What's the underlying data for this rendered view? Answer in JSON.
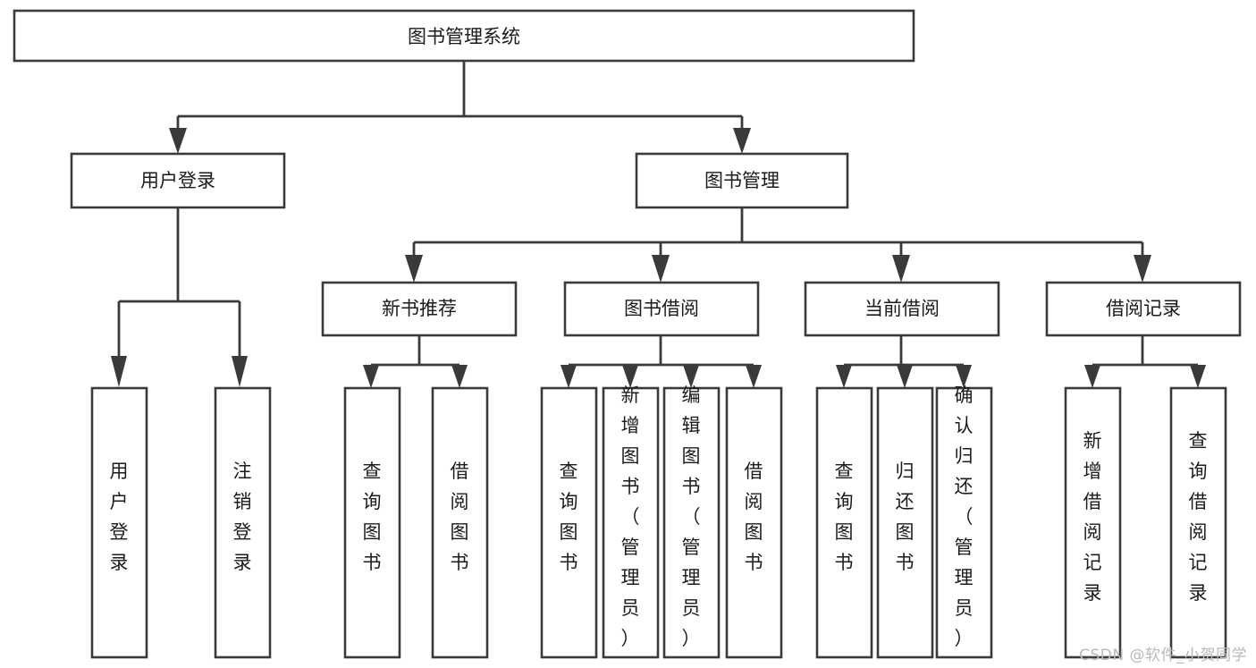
{
  "diagram": {
    "type": "tree",
    "title": "图书管理系统",
    "watermark": "CSDN @软件_小贺同学",
    "colors": {
      "box_fill": "#ffffff",
      "box_stroke": "#3a3a3a",
      "connector": "#3a3a3a",
      "text": "#1b1b1b",
      "watermark": "#b9b9b9",
      "background": "#ffffff"
    },
    "root": {
      "label": "图书管理系统"
    },
    "level2": [
      {
        "label": "用户登录"
      },
      {
        "label": "图书管理"
      }
    ],
    "level3": [
      {
        "label": "新书推荐"
      },
      {
        "label": "图书借阅"
      },
      {
        "label": "当前借阅"
      },
      {
        "label": "借阅记录"
      }
    ],
    "leaves": {
      "user_login": [
        {
          "label": "用户登录"
        },
        {
          "label": "注销登录"
        }
      ],
      "new_book_recommend": [
        {
          "label": "查询图书"
        },
        {
          "label": "借阅图书"
        }
      ],
      "book_borrow": [
        {
          "label": "查询图书"
        },
        {
          "label": "新增图书（管理员）"
        },
        {
          "label": "编辑图书（管理员）"
        },
        {
          "label": "借阅图书"
        }
      ],
      "current_borrow": [
        {
          "label": "查询图书"
        },
        {
          "label": "归还图书"
        },
        {
          "label": "确认归还（管理员）"
        }
      ],
      "borrow_record": [
        {
          "label": "新增借阅记录"
        },
        {
          "label": "查询借阅记录"
        }
      ]
    }
  }
}
